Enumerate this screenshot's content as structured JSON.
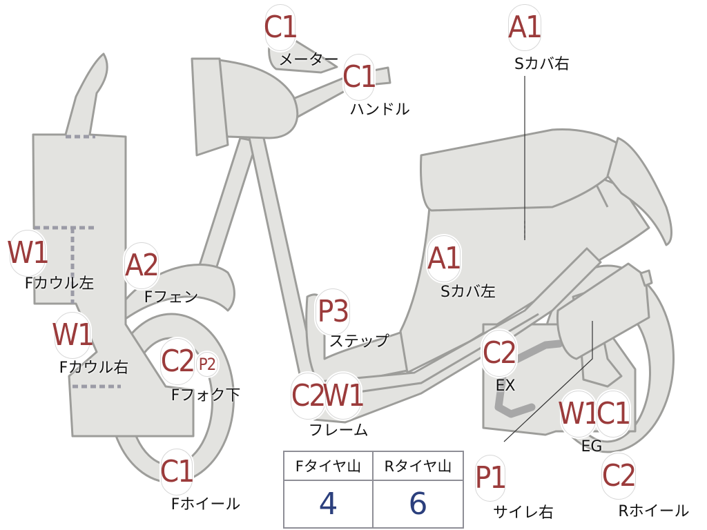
{
  "diagram": {
    "parts": [
      {
        "id": "meter",
        "code": "C1",
        "label": "メーター"
      },
      {
        "id": "handle",
        "code": "C1",
        "label": "ハンドル"
      },
      {
        "id": "s-cover-r",
        "code": "A1",
        "label": "Sカバ右"
      },
      {
        "id": "f-cowl-l",
        "code": "W1",
        "label": "Fカウル左"
      },
      {
        "id": "f-fender",
        "code": "A2",
        "label": "Fフェン"
      },
      {
        "id": "f-cowl-r",
        "code": "W1",
        "label": "Fカウル右"
      },
      {
        "id": "s-cover-l",
        "code": "A1",
        "label": "Sカバ左"
      },
      {
        "id": "step",
        "code": "P3",
        "label": "ステップ"
      },
      {
        "id": "f-fork",
        "code": "C2",
        "code2": "P2",
        "label": "Fフォク下"
      },
      {
        "id": "ex",
        "code": "C2",
        "label": "EX"
      },
      {
        "id": "frame",
        "code": "C2",
        "code2": "W1",
        "label": "フレーム"
      },
      {
        "id": "eg",
        "code": "W1",
        "code2": "C1",
        "label": "EG"
      },
      {
        "id": "f-wheel",
        "code": "C1",
        "label": "Fホイール"
      },
      {
        "id": "silencer",
        "code": "P1",
        "label": "サイレ右"
      },
      {
        "id": "r-wheel",
        "code": "C2",
        "label": "Rホイール"
      }
    ]
  },
  "tread_table": {
    "headers": [
      "Fタイヤ山",
      "Rタイヤ山"
    ],
    "values": [
      "4",
      "6"
    ]
  },
  "colors": {
    "marker_text": "#9b3b3b",
    "part_fill": "#e3e3e0",
    "part_outline": "#9d9d9a",
    "table_value": "#2b3f7d"
  }
}
